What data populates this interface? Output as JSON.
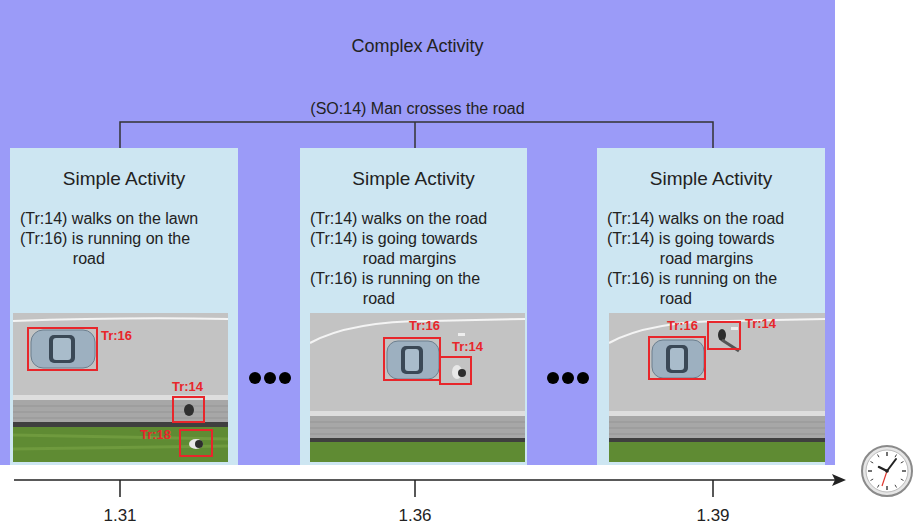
{
  "diagram": {
    "nodes": [
      {
        "text": [
          "Complex Activity",
          "(SO:14) Man crosses the road"
        ]
      },
      {
        "text": [
          "Simple Activity",
          "(Tr:14) walks on the lawn",
          "(Tr:16) is running on the road"
        ],
        "in": 0
      },
      {
        "text": [
          "Simple Activity",
          "(Tr:14) walks on the road",
          "(Tr:14) is going towards road margins",
          "(Tr:16) is running on the road"
        ],
        "in": 0
      },
      {
        "text": [
          "Simple Activity",
          "(Tr:14) walks on the road",
          "(Tr:14) is going towards road margins",
          "(Tr:16) is running on the road"
        ],
        "in": 0
      }
    ],
    "labels": [
      "Tr:16",
      "Tr:14",
      "Tr:18",
      "Tr:16",
      "Tr:14",
      "Tr:16",
      "Tr:14",
      "1.31",
      "1.36",
      "1.39"
    ]
  }
}
